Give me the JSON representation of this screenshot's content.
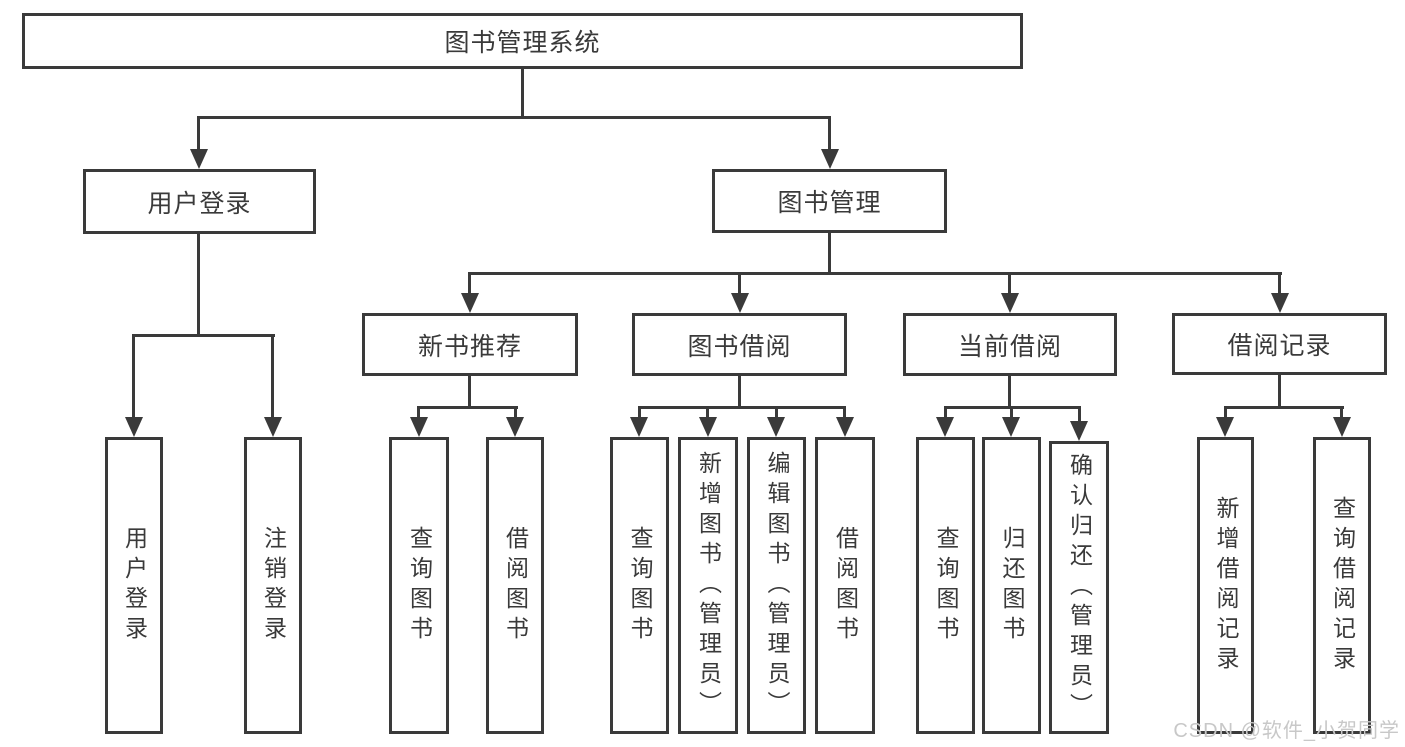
{
  "nodes": {
    "root": "图书管理系统",
    "level2": {
      "user_login": "用户登录",
      "book_management": "图书管理"
    },
    "level3": {
      "new_book_recommend": "新书推荐",
      "book_borrow": "图书借阅",
      "current_borrow": "当前借阅",
      "borrow_record": "借阅记录"
    },
    "leaves": [
      "用户登录",
      "注销登录",
      "查询图书",
      "借阅图书",
      "查询图书",
      "新增图书（管理员）",
      "编辑图书（管理员）",
      "借阅图书",
      "查询图书",
      "归还图书",
      "确认归还（管理员）",
      "新增借阅记录",
      "查询借阅记录"
    ]
  },
  "watermark": "CSDN @软件_小贺同学",
  "colors": {
    "line": "#3a3a3a",
    "text": "#3a3a3a",
    "watermark": "#c8c8c8",
    "background": "#ffffff"
  }
}
